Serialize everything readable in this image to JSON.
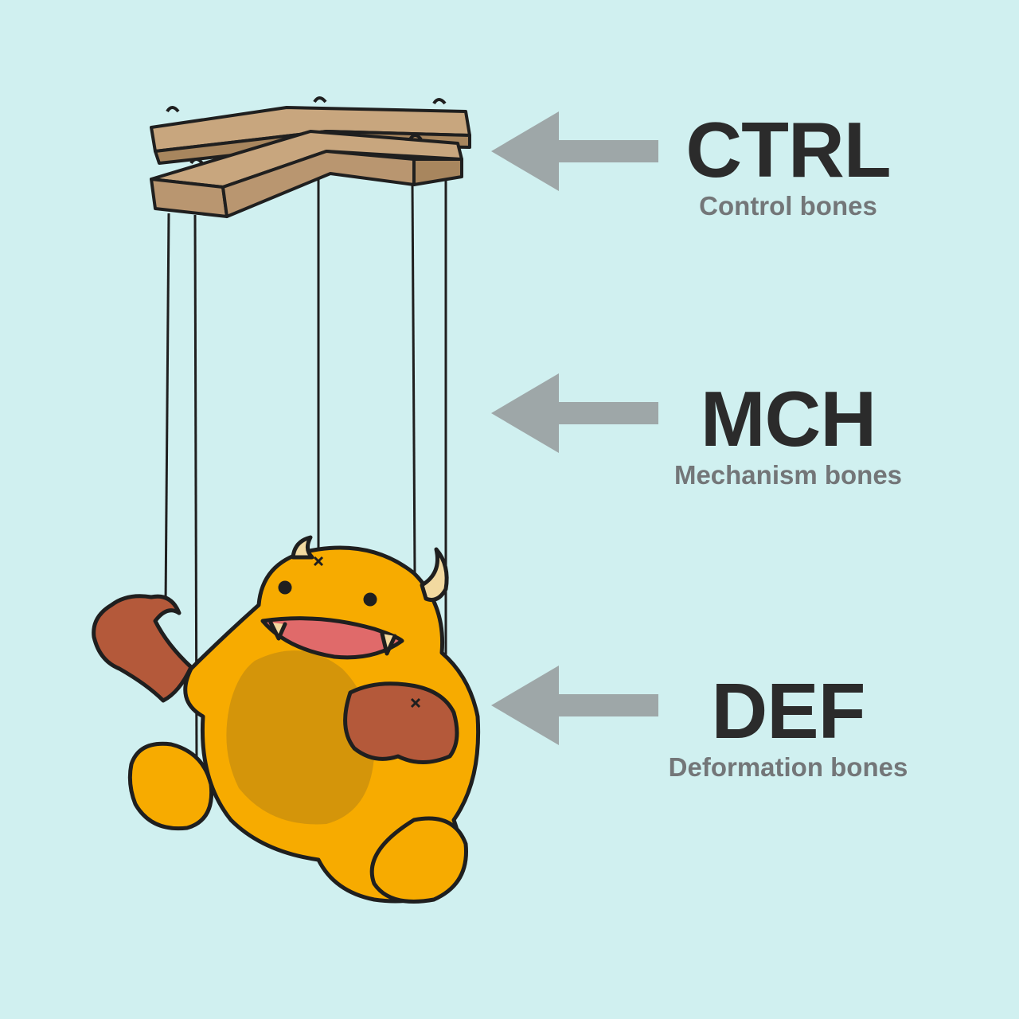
{
  "rows": [
    {
      "id": "ctrl",
      "code": "CTRL",
      "description": "Control bones"
    },
    {
      "id": "mch",
      "code": "MCH",
      "description": "Mechanism bones"
    },
    {
      "id": "def",
      "code": "DEF",
      "description": "Deformation bones"
    }
  ],
  "colors": {
    "background": "#d0f0f0",
    "arrow": "#9ea7a8",
    "code_text": "#2b2b2b",
    "description_text": "#737678",
    "wood": "#c8a67e",
    "monster_body": "#f7ab00",
    "monster_belly": "#d4950a",
    "monster_hands": "#b4593a"
  },
  "icons": [
    "marionette-control-bar-icon",
    "puppet-monster-icon",
    "left-arrow-icon"
  ]
}
